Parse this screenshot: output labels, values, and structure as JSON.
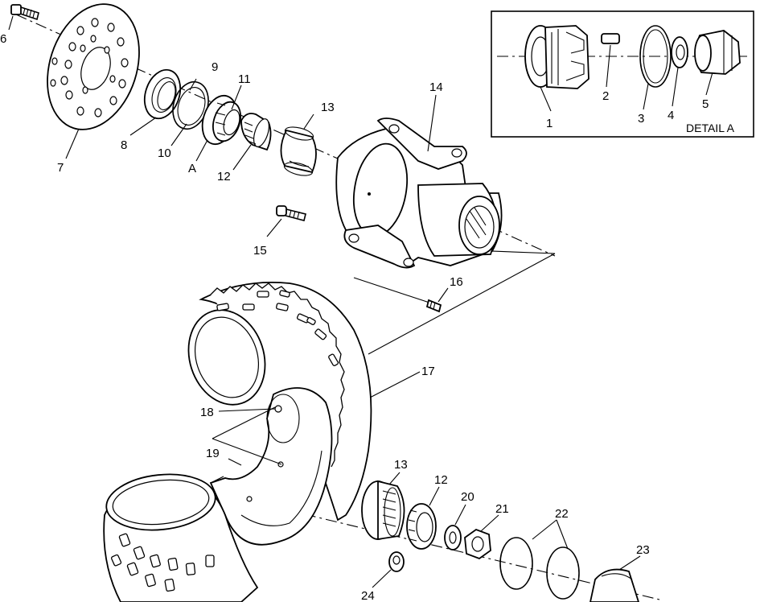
{
  "callouts": {
    "c1": "1",
    "c2": "2",
    "c3": "3",
    "c4": "4",
    "c5": "5",
    "c6": "6",
    "c7": "7",
    "c8": "8",
    "c9": "9",
    "c10": "10",
    "c11": "11",
    "c12a": "12",
    "c12b": "12",
    "c13a": "13",
    "c13b": "13",
    "c14": "14",
    "c15": "15",
    "c16": "16",
    "c17": "17",
    "c18": "18",
    "c19": "19",
    "c20": "20",
    "c21": "21",
    "c22": "22",
    "c23": "23",
    "c24": "24",
    "cA": "A"
  },
  "detail_label": "DETAIL A"
}
